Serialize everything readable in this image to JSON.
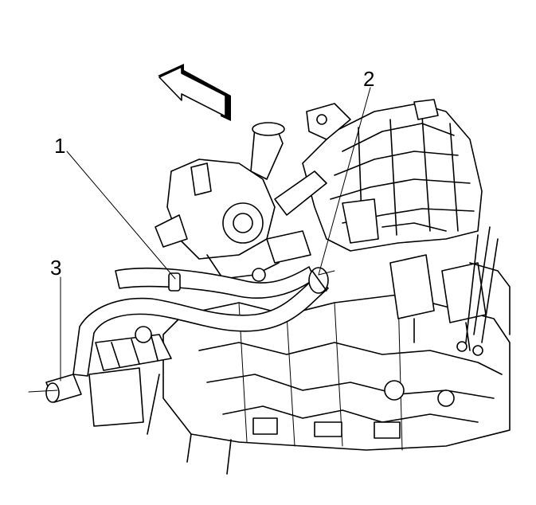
{
  "callouts": {
    "c1": "1",
    "c2": "2",
    "c3": "3"
  },
  "colors": {
    "line": "#000000",
    "background": "#ffffff"
  },
  "icons": {
    "direction_arrow": "front-direction-arrow-icon"
  }
}
